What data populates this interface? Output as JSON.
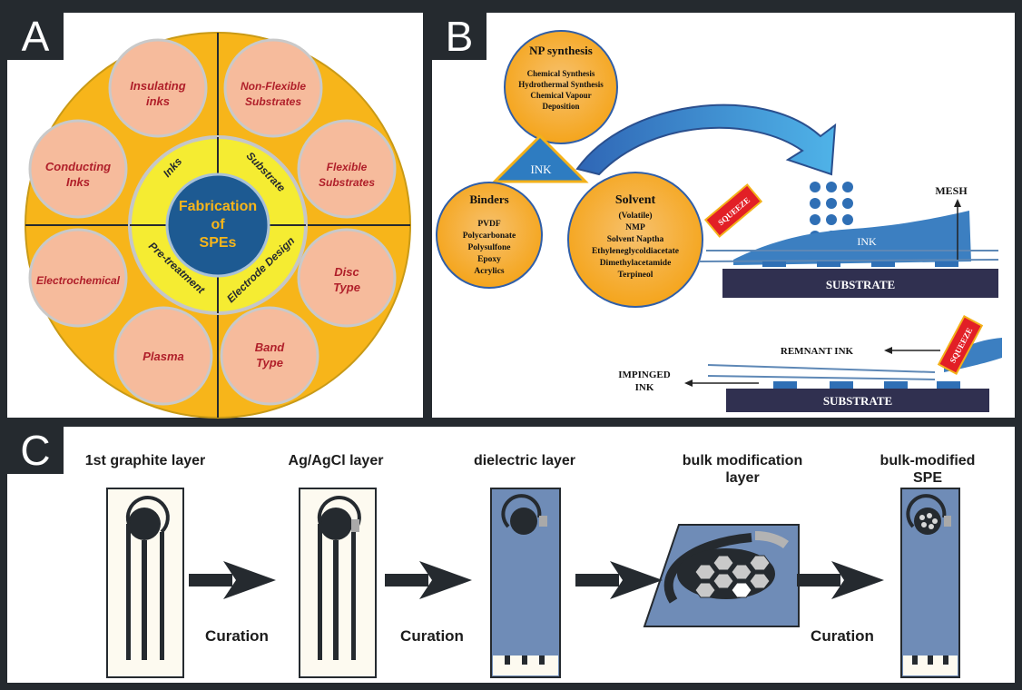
{
  "panel_a": {
    "letter": "A",
    "center": [
      "Fabrication",
      "of",
      "SPEs"
    ],
    "ring": {
      "inks": "Inks",
      "substrate": "Substrate",
      "pretreatment": "Pre-treatment",
      "electrode_design": "Electrode Design"
    },
    "circles": {
      "insulating": [
        "Insulating",
        "inks"
      ],
      "non_flexible": [
        "Non-Flexible",
        "Substrates"
      ],
      "conducting": [
        "Conducting",
        "Inks"
      ],
      "flexible": [
        "Flexible",
        "Substrates"
      ],
      "electrochemical": [
        "Electrochemical"
      ],
      "disc": [
        "Disc",
        "Type"
      ],
      "plasma": [
        "Plasma"
      ],
      "band": [
        "Band",
        "Type"
      ]
    }
  },
  "panel_b": {
    "letter": "B",
    "np_title": "NP synthesis",
    "np_items": [
      "Chemical Synthesis",
      "Hydrothermal Synthesis",
      "Chemical Vapour",
      "Deposition"
    ],
    "ink": "INK",
    "binders_title": "Binders",
    "binders_items": [
      "PVDF",
      "Polycarbonate",
      "Polysulfone",
      "Epoxy",
      "Acrylics"
    ],
    "solvent_title": "Solvent",
    "solvent_items": [
      "(Volatile)",
      "NMP",
      "Solvent Naptha",
      "Ethyleneglycoldiacetate",
      "Dimethylacetamide",
      "Terpineol"
    ],
    "squeeze": "SQUEEZE",
    "mesh": "MESH",
    "ink_on_mesh": "INK",
    "substrate": "SUBSTRATE",
    "remnant": "REMNANT INK",
    "impinged": [
      "IMPINGED",
      "INK"
    ]
  },
  "panel_c": {
    "letter": "C",
    "labels": [
      "1st graphite layer",
      "Ag/AgCl layer",
      "dielectric layer",
      "bulk modification",
      "layer",
      "bulk-modified",
      "SPE"
    ],
    "curation": "Curation"
  },
  "colors": {
    "dark": "#252a2f",
    "gold": "#f7b51a",
    "peach": "#f6bb9c",
    "yellow_ring": "#f5ec32",
    "navy": "#1d5a92",
    "electrode_blue": "#6f8cb7",
    "ink_blue": "#3c7fc1",
    "substrate": "#303050",
    "red": "#e21f26"
  }
}
